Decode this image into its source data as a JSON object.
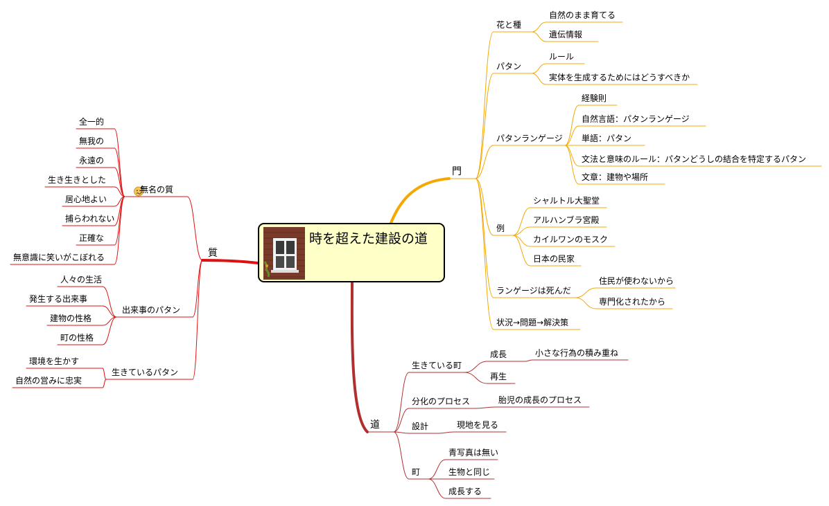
{
  "central": {
    "title": "時を超えた建設の道",
    "image": "window-picture"
  },
  "branches": {
    "gate": {
      "label": "門",
      "color": "#f5a800",
      "children": [
        {
          "label": "花と種",
          "children": [
            "自然のまま育てる",
            "遺伝情報"
          ]
        },
        {
          "label": "パタン",
          "children": [
            "ルール",
            "実体を生成するためにはどうすべきか"
          ]
        },
        {
          "label": "パタンランゲージ",
          "children": [
            "経験則",
            "自然言語：パタンランゲージ",
            "単語：パタン",
            "文法と意味のルール：パタンどうしの結合を特定するパタン",
            "文章：建物や場所"
          ]
        },
        {
          "label": "例",
          "children": [
            "シャルトル大聖堂",
            "アルハンブラ宮殿",
            "カイルワンのモスク",
            "日本の民家"
          ]
        },
        {
          "label": "ランゲージは死んだ",
          "children": [
            "住民が使わないから",
            "専門化されたから"
          ]
        },
        {
          "label": "状況→問題→解決策",
          "children": []
        }
      ]
    },
    "quality": {
      "label": "質",
      "color": "#e01010",
      "children": [
        {
          "label": "無名の質",
          "icon": "confused-face-icon",
          "children": [
            "全一的",
            "無我の",
            "永遠の",
            "生き生きとした",
            "居心地よい",
            "捕らわれない",
            "正確な",
            "無意識に笑いがこぼれる"
          ]
        },
        {
          "label": "出来事のパタン",
          "children": [
            "人々の生活",
            "発生する出来事",
            "建物の性格",
            "町の性格"
          ]
        },
        {
          "label": "生きているパタン",
          "children": [
            "環境を生かす",
            "自然の営みに忠実"
          ]
        }
      ]
    },
    "way": {
      "label": "道",
      "color": "#b03030",
      "children": [
        {
          "label": "生きている町",
          "children": [
            {
              "label": "成長",
              "children": [
                "小さな行為の積み重ね"
              ]
            },
            {
              "label": "再生",
              "children": []
            }
          ]
        },
        {
          "label": "分化のプロセス",
          "children": [
            "胎児の成長のプロセス"
          ]
        },
        {
          "label": "設計",
          "children": [
            "現地を見る"
          ]
        },
        {
          "label": "町",
          "children": [
            "青写真は無い",
            "生物と同じ",
            "成長する"
          ]
        }
      ]
    }
  }
}
